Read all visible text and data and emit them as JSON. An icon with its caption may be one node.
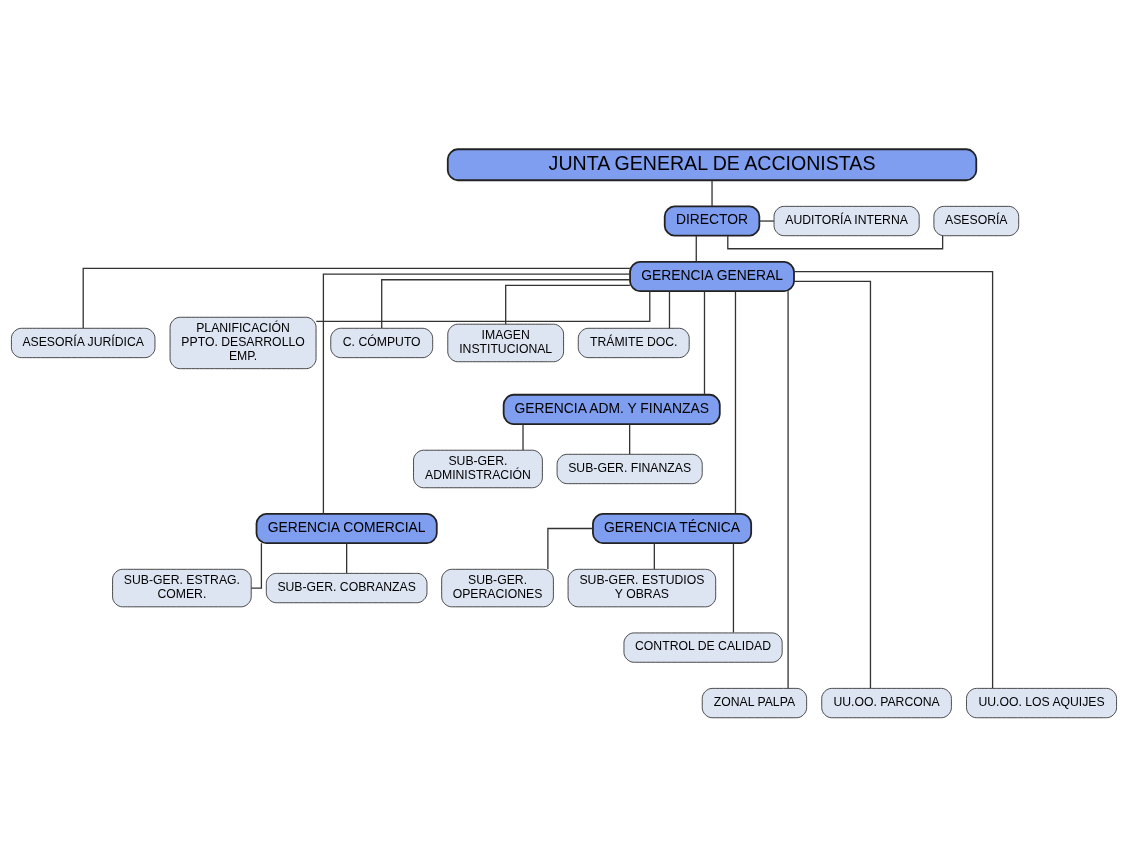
{
  "diagram": {
    "nodes": [
      {
        "text": [
          "JUNTA GENERAL DE ACCIONISTAS"
        ]
      },
      {
        "text": [
          "DIRECTOR"
        ]
      },
      {
        "text": [
          "ASESORÍA"
        ]
      },
      {
        "text": [
          "AUDITORÍA INTERNA"
        ]
      },
      {
        "text": [
          "GERENCIA GENERAL"
        ]
      },
      {
        "text": [
          "ASESORÍA JURÍDICA"
        ]
      },
      {
        "text": [
          "PLANIFICACIÓN PPTO. DESARROLLO EMP."
        ]
      },
      {
        "text": [
          "C. CÓMPUTO"
        ]
      },
      {
        "text": [
          "IMAGEN INSTITUCIONAL"
        ]
      },
      {
        "text": [
          "TRÁMITE DOC."
        ]
      },
      {
        "text": [
          "GERENCIA ADM. Y FINANZAS"
        ]
      },
      {
        "text": [
          "SUB-GER. ADMINISTRACIÓN"
        ]
      },
      {
        "text": [
          "SUB-GER. FINANZAS"
        ]
      },
      {
        "text": [
          "GERENCIA COMERCIAL"
        ]
      },
      {
        "text": [
          "GERENCIA TÉCNICA"
        ]
      },
      {
        "text": [
          "SUB-GER. ESTRAG. COMER."
        ]
      },
      {
        "text": [
          "SUB-GER. COBRANZAS"
        ]
      },
      {
        "text": [
          "SUB-GER. OPERACIONES"
        ]
      },
      {
        "text": [
          "SUB-GER. ESTUDIOS Y OBRAS"
        ]
      },
      {
        "text": [
          "CONTROL DE CALIDAD"
        ]
      },
      {
        "text": [
          "ZONAL PALPA"
        ]
      },
      {
        "text": [
          "UU.OO. PARCONA"
        ]
      },
      {
        "text": [
          "UU.OO. LOS AQUIJES"
        ]
      }
    ],
    "edges": [
      {
        "from": 0,
        "to": 1,
        "arrow": "none"
      },
      {
        "from": 1,
        "to": 2,
        "arrow": "none"
      },
      {
        "from": 1,
        "to": 3,
        "arrow": "none"
      },
      {
        "from": 1,
        "to": 4,
        "arrow": "none"
      },
      {
        "from": 4,
        "to": 5,
        "arrow": "none"
      },
      {
        "from": 4,
        "to": 6,
        "arrow": "none"
      },
      {
        "from": 4,
        "to": 7,
        "arrow": "none"
      },
      {
        "from": 4,
        "to": 8,
        "arrow": "none"
      },
      {
        "from": 4,
        "to": 9,
        "arrow": "none"
      },
      {
        "from": 4,
        "to": 10,
        "arrow": "none"
      },
      {
        "from": 10,
        "to": 11,
        "arrow": "none"
      },
      {
        "from": 10,
        "to": 12,
        "arrow": "none"
      },
      {
        "from": 4,
        "to": 13,
        "arrow": "none"
      },
      {
        "from": 4,
        "to": 14,
        "arrow": "none"
      },
      {
        "from": 13,
        "to": 15,
        "arrow": "none"
      },
      {
        "from": 13,
        "to": 16,
        "arrow": "none"
      },
      {
        "from": 14,
        "to": 17,
        "arrow": "none"
      },
      {
        "from": 14,
        "to": 18,
        "arrow": "none"
      },
      {
        "from": 14,
        "to": 19,
        "arrow": "none"
      },
      {
        "from": 4,
        "to": 20,
        "arrow": "none"
      },
      {
        "from": 4,
        "to": 21,
        "arrow": "none"
      },
      {
        "from": 4,
        "to": 22,
        "arrow": "none"
      }
    ]
  }
}
